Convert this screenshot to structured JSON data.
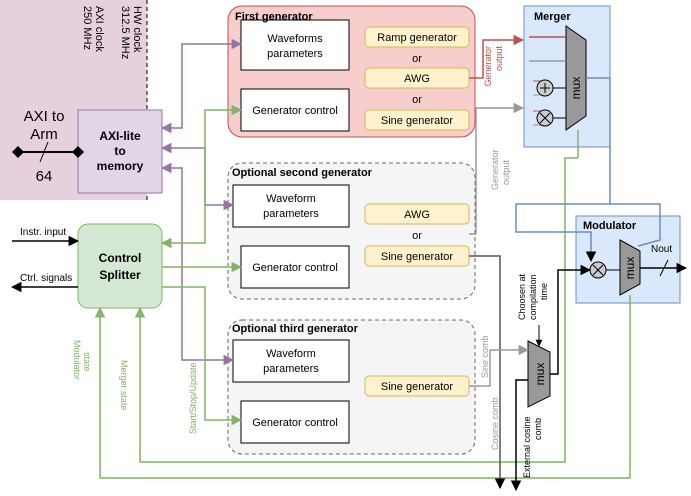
{
  "axi": {
    "clock1": "AXI clock",
    "clock1_val": "250 MHz",
    "clock2": "HW clock",
    "clock2_val": "312.5 MHz",
    "to_arm_1": "AXI to",
    "to_arm_2": "Arm",
    "bus_width": "64"
  },
  "axilite": {
    "line1": "AXI-lite",
    "line2": "to",
    "line3": "memory"
  },
  "splitter": {
    "line1": "Control",
    "line2": "Splitter"
  },
  "io": {
    "instr_input": "Instr. input",
    "ctrl_signals": "Ctrl. signals",
    "modulator_state_1": "Modulator",
    "modulator_state_2": "state",
    "merger_state": "Merger state",
    "start_stop": "Start/Stop/Update"
  },
  "gen1": {
    "title": "First generator",
    "wave_1": "Waveforms",
    "wave_2": "parameters",
    "control": "Generator control",
    "ramp": "Ramp generator",
    "or1": "or",
    "awg": "AWG",
    "or2": "or",
    "sine": "Sine generator",
    "output_1": "Generator",
    "output_2": "output"
  },
  "gen2": {
    "title": "Optional second generator",
    "wave_1": "Waveform",
    "wave_2": "parameters",
    "control": "Generator control",
    "awg": "AWG",
    "or": "or",
    "sine": "Sine generator",
    "output_1": "Generator",
    "output_2": "output"
  },
  "gen3": {
    "title": "Optional third generator",
    "wave_1": "Waveform",
    "wave_2": "parameters",
    "control": "Generator control",
    "sine": "Sine generator",
    "sine_comb": "Sine comb",
    "cosine_comb": "Cosine comb"
  },
  "merger": {
    "title": "Merger",
    "mux": "mux",
    "plus": "+"
  },
  "modulator": {
    "title": "Modulator",
    "mux": "mux",
    "nout": "Nout"
  },
  "comb_mux": {
    "mux": "mux",
    "chosen_1": "Choosen at",
    "chosen_2": "compilation",
    "chosen_3": "time",
    "ext_1": "External cosine",
    "ext_2": "comb"
  },
  "colors": {
    "green": "#82b366",
    "purple": "#9673a6",
    "blue": "#6c8ebf",
    "red": "#b85450",
    "gray": "#999999",
    "pink_bg": "#e6d0de",
    "gen1_fill": "#f8cecc",
    "gen_fill": "#f5f5f5",
    "yellow": "#fff2cc",
    "yellow_stroke": "#d6b656",
    "axilite_fill": "#e1d5e7",
    "splitter_fill": "#d5e8d4",
    "merger_fill": "#dae8fc"
  }
}
